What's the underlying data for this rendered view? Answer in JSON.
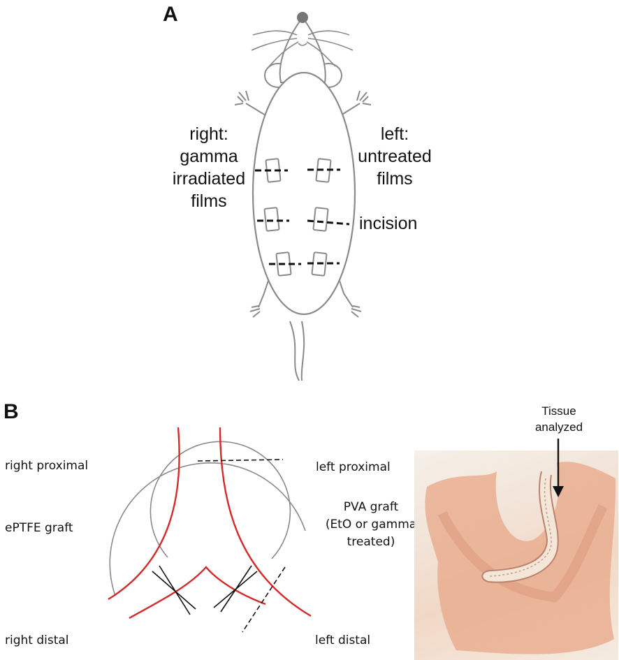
{
  "panel_a": {
    "label": "A",
    "right_label_lines": [
      "right:",
      "gamma",
      "irradiated",
      "films"
    ],
    "left_label_lines": [
      "left:",
      "untreated",
      "films"
    ],
    "incision_label": "incision"
  },
  "panel_b": {
    "label": "B",
    "right_proximal": "right proximal",
    "left_proximal": "left proximal",
    "eptfe_graft": "ePTFE graft",
    "pva_graft_lines": [
      "PVA graft",
      "(EtO or gamma",
      "treated)"
    ],
    "right_distal": "right distal",
    "left_distal": "left distal",
    "tissue_label_lines": [
      "Tissue",
      "analyzed"
    ]
  },
  "colors": {
    "outline": "#8a8a8a",
    "vessel": "#d42a2a",
    "dash": "#111111",
    "tissue": "#e8a98a"
  }
}
